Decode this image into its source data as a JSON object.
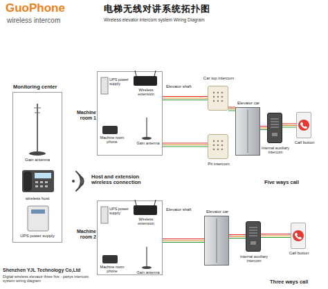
{
  "diagram": {
    "title": "电梯无线对讲系统拓扑图",
    "nodes": [
      {
        "text": [
          "Monitoring center"
        ]
      },
      {
        "text": [
          "Machine room 1"
        ]
      },
      {
        "text": [
          "Car top intercom"
        ]
      },
      {
        "text": [
          "Pit intercom"
        ]
      },
      {
        "text": [
          "Elevator car"
        ]
      },
      {
        "text": [
          "Internal auxiliary intercom"
        ]
      },
      {
        "text": [
          "Call button"
        ]
      },
      {
        "text": [
          "Machine room 2"
        ]
      },
      {
        "text": [
          "Elevator car"
        ]
      },
      {
        "text": [
          "Internal auxiliary intercom"
        ]
      },
      {
        "text": [
          "Call button"
        ]
      }
    ],
    "edges": [
      {
        "from": 1,
        "to": 2,
        "arrow": "none"
      },
      {
        "from": 1,
        "to": 3,
        "arrow": "none"
      },
      {
        "from": 2,
        "to": 4,
        "arrow": "none"
      },
      {
        "from": 4,
        "to": 5,
        "arrow": "none"
      },
      {
        "from": 5,
        "to": 6,
        "arrow": "none"
      },
      {
        "from": 7,
        "to": 8,
        "arrow": "none"
      },
      {
        "from": 8,
        "to": 9,
        "arrow": "none"
      },
      {
        "from": 9,
        "to": 10,
        "arrow": "none"
      }
    ],
    "labels": [
      "GuoPhone",
      "wireless intercom",
      "Wireless elevator intercom system Wiring Diagram",
      "Gain antenna",
      "wireless host",
      "UPS power supply",
      "Host and extension wireless connection",
      "UPS power supply",
      "Wireless extension",
      "Machine room phone",
      "Gain antenna",
      "Elevator shaft",
      "Five ways call",
      "UPS power supply",
      "Wireless extension",
      "Machine room phone",
      "Gain antenna",
      "Elevator shaft",
      "Three ways call",
      "Shenzhen YJL Technology Co,Ltd",
      "Digital wireless elevator three five - partys intercom system wiring diagram"
    ]
  }
}
